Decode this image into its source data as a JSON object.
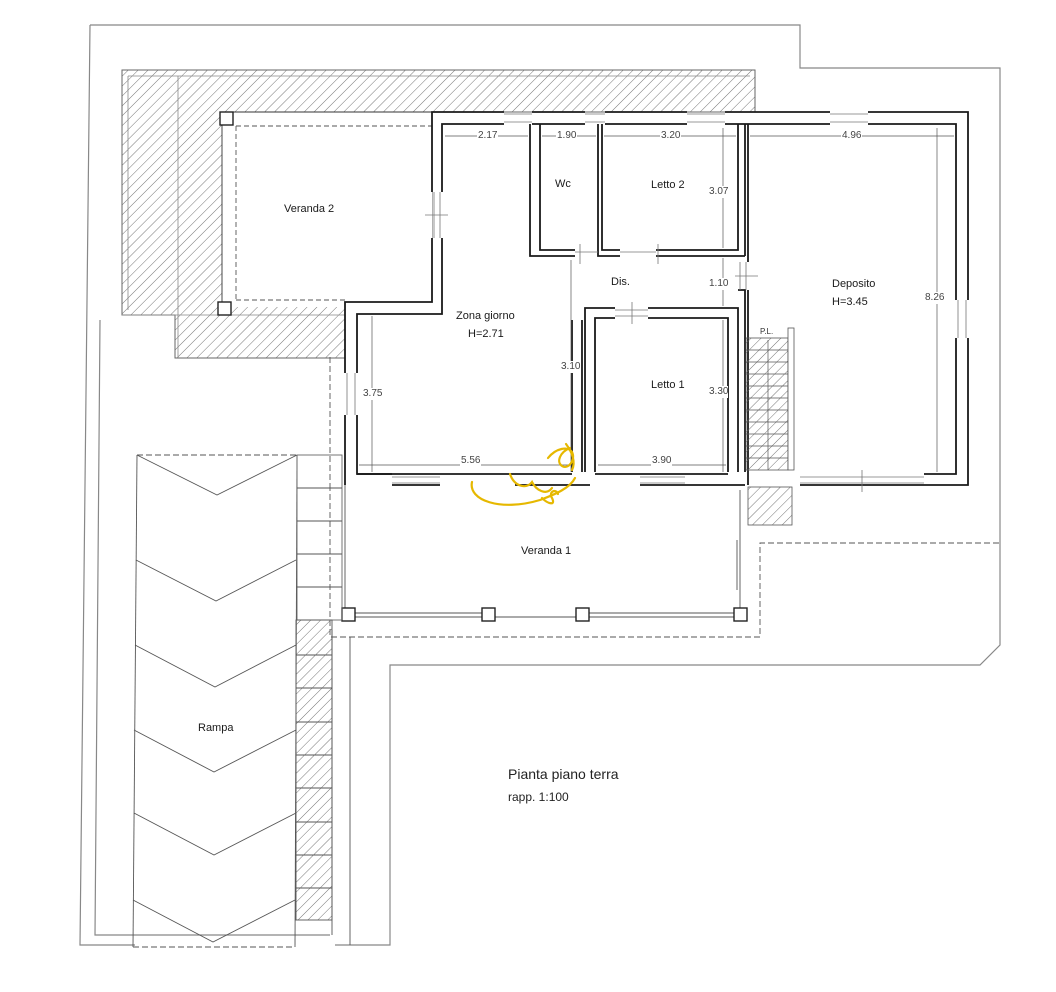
{
  "drawing": {
    "title": "Pianta piano terra",
    "scale": "rapp. 1:100"
  },
  "rooms": {
    "veranda2": {
      "name": "Veranda 2"
    },
    "wc": {
      "name": "Wc"
    },
    "letto2": {
      "name": "Letto 2"
    },
    "dis": {
      "name": "Dis."
    },
    "zona_giorno": {
      "name": "Zona giorno",
      "height": "H=2.71"
    },
    "letto1": {
      "name": "Letto 1"
    },
    "deposito": {
      "name": "Deposito",
      "height": "H=3.45"
    },
    "veranda1": {
      "name": "Veranda 1"
    },
    "rampa": {
      "name": "Rampa"
    }
  },
  "dimensions": {
    "zona_giorno_top_width": "2.17",
    "wc_width": "1.90",
    "letto2_width": "3.20",
    "letto2_depth": "3.07",
    "deposito_width": "4.96",
    "deposito_depth": "8.26",
    "dis_depth": "1.10",
    "zona_giorno_left_depth": "3.75",
    "zona_giorno_depth": "3.10",
    "letto1_depth": "3.30",
    "zona_giorno_bottom_width": "5.56",
    "letto1_width": "3.90"
  },
  "symbols": {
    "stair_label": "P.L."
  },
  "annotation": {
    "color": "#e6b800",
    "description": "yellow handwritten mark"
  },
  "colors": {
    "wall": "#1a1a1a",
    "thin_line": "#777777",
    "hatch": "#666666",
    "background": "#ffffff"
  }
}
